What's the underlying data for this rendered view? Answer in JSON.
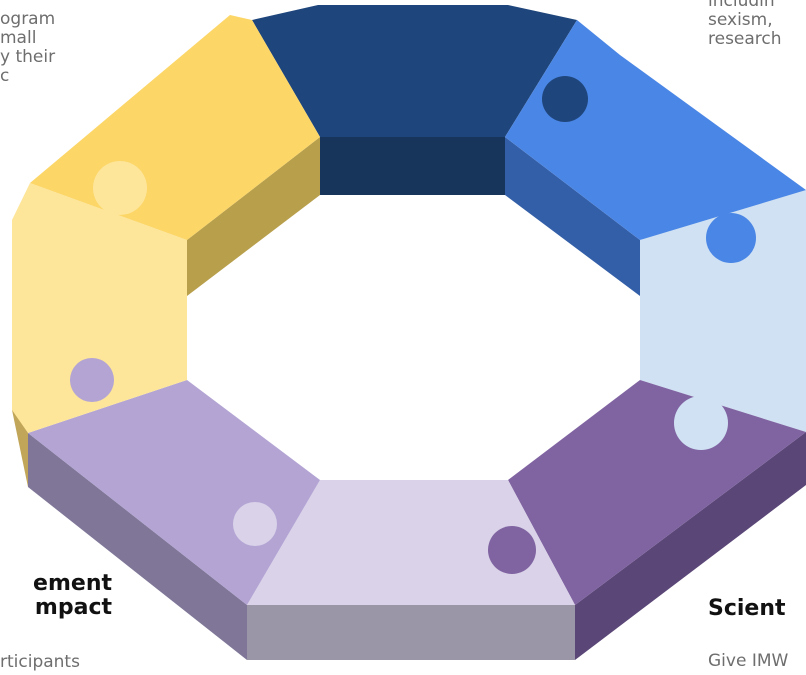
{
  "top_left_text": {
    "lines": [
      "ogram",
      "mall",
      "y their",
      "c"
    ]
  },
  "top_right_text": {
    "lines": [
      "includin",
      "sexism, ",
      "research"
    ]
  },
  "bottom_left_heading": {
    "lines": [
      "ement",
      "mpact"
    ]
  },
  "bottom_left_text": "rticipants",
  "bottom_right_heading": "Scient",
  "bottom_right_text": "Give IMW",
  "segments": [
    {
      "name": "top",
      "color": "#1f467c",
      "wall": "#17345a"
    },
    {
      "name": "top-right",
      "color": "#4a86e6",
      "wall": "#335fa8"
    },
    {
      "name": "right",
      "color": "#cfe1f3",
      "wall": "#9fb0c1"
    },
    {
      "name": "bottom-right",
      "color": "#8064a2",
      "wall": "#5a4677"
    },
    {
      "name": "bottom",
      "color": "#d9d2e8",
      "wall": "#9b95a8"
    },
    {
      "name": "bottom-left",
      "color": "#b3a4d4",
      "wall": "#7f7698"
    },
    {
      "name": "left",
      "color": "#fde59a",
      "wall": "#c1a659"
    },
    {
      "name": "top-left",
      "color": "#fcd666",
      "wall": "#b89f4c"
    }
  ]
}
